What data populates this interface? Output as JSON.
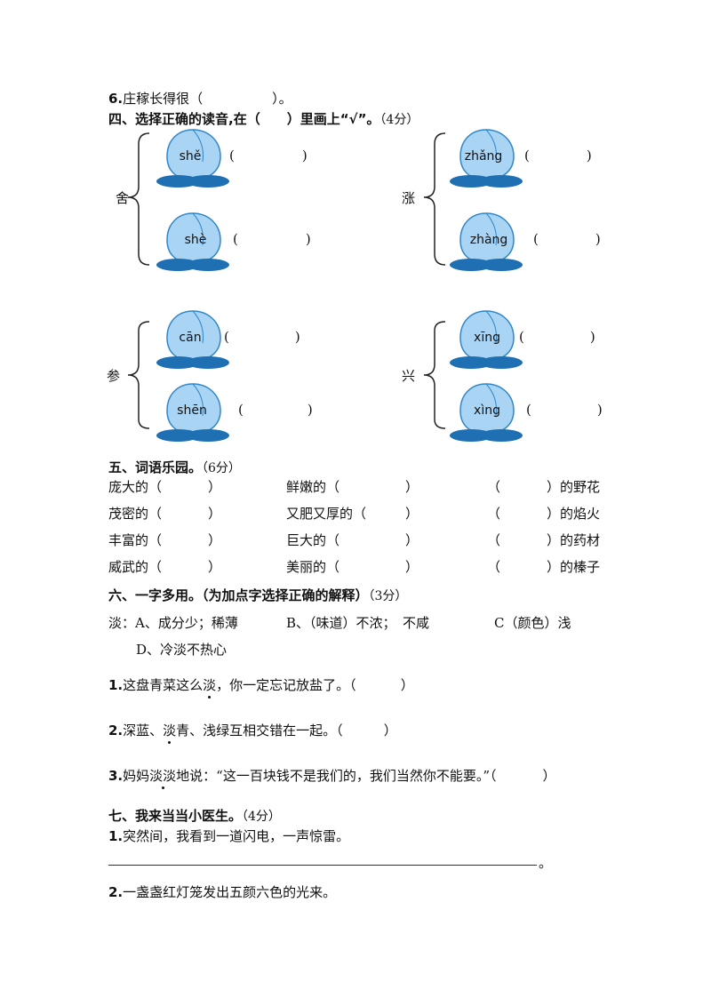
{
  "q6": {
    "num": "6.",
    "text": "庄稼长得很（",
    "tail": "）。"
  },
  "section4": {
    "title": "四、选择正确的读音,在（　　）里画上“√”。",
    "score": "（4分）",
    "groups": [
      {
        "char": "舍",
        "options": [
          "shě",
          "shè"
        ]
      },
      {
        "char": "涨",
        "options": [
          "zhǎng",
          "zhàng"
        ]
      },
      {
        "char": "参",
        "options": [
          "cān",
          "shēn"
        ]
      },
      {
        "char": "兴",
        "options": [
          "xīng",
          "xìng"
        ]
      }
    ],
    "paren_open": "(",
    "paren_close": ")"
  },
  "section5": {
    "title": "五、词语乐园。",
    "score": "（6分）",
    "rows": [
      {
        "col1": "庞大的（",
        "col2": "鲜嫩的（",
        "col3": "）的野花"
      },
      {
        "col1": "茂密的（",
        "col2": "又肥又厚的（",
        "col3": "）的焰火"
      },
      {
        "col1": "丰富的（",
        "col2": "巨大的（",
        "col3": "）的药材"
      },
      {
        "col1": "威武的（",
        "col2": "美丽的（",
        "col3": "）的榛子"
      }
    ],
    "close": "）",
    "open": "（"
  },
  "section6": {
    "title": "六、一字多用。（为加点字选择正确的解释）",
    "score": "（3分）",
    "def_line1": {
      "a": "淡：A、成分少；稀薄",
      "b": "B、（味道）不浓；　不咸",
      "c": "C（颜色）浅"
    },
    "def_line2": "D、冷淡不热心",
    "items": [
      {
        "num": "1.",
        "pre": "这盘青菜这么",
        "dot": "淡",
        "post": "，你一定忘记放盐了。（",
        "close": "）"
      },
      {
        "num": "2.",
        "pre": "深蓝、",
        "dot": "淡",
        "post": "青、浅绿互相交错在一起。（",
        "close": "）"
      },
      {
        "num": "3.",
        "pre": "妈妈",
        "dot": "淡淡",
        "post": "地说：“这一百块钱不是我们的，我们当然你不能要。”（",
        "close": "）"
      }
    ]
  },
  "section7": {
    "title": "七、我来当当小医生。",
    "score": "（4分）",
    "items": [
      {
        "num": "1.",
        "text": "突然间，我看到一道闪电，一声惊雷。"
      },
      {
        "num": "2.",
        "text": "一盏盏红灯笼发出五颜六色的光来。"
      }
    ],
    "line_end": "。"
  },
  "colors": {
    "peach_light": "#a9d4f3",
    "peach_dark": "#2f86c8",
    "leaf": "#1f6fb3",
    "text": "#111111"
  }
}
